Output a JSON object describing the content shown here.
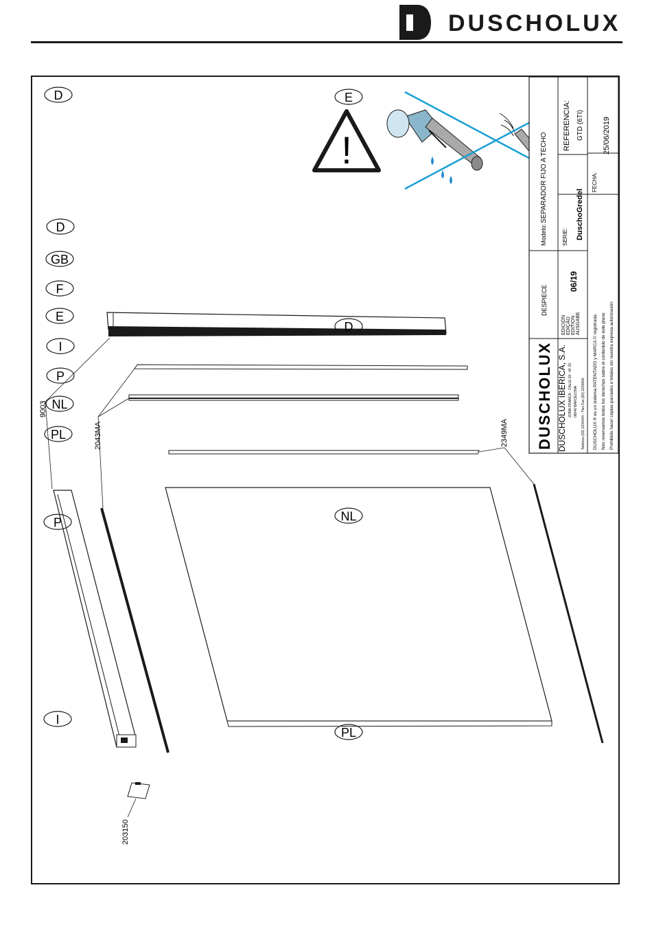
{
  "brand": {
    "name": "DUSCHOLUX",
    "logo_letter": "D"
  },
  "language_codes": {
    "top": "D",
    "list": [
      "D",
      "GB",
      "F",
      "E",
      "I",
      "P",
      "NL",
      "PL"
    ],
    "bottom": "I"
  },
  "warning": {
    "icon": "warning-triangle-icon",
    "code": "E",
    "mark": "!"
  },
  "parts": {
    "profile_top": "9003",
    "gasket": "2043MA",
    "seal": "2349MA",
    "cap": "203150"
  },
  "title_block": {
    "company": "DUSCHOLUX IBERICA, S.A.",
    "address_1": "ZONA FRANCA - CALLE 60 - Nº 20",
    "address_2": "08040 BARCELONA",
    "phone": "Telefono (93) 2234444 - Tlex Fax (93) 2234650",
    "despiece": "DESPIECE",
    "edition_labels": [
      "EDICIÓN",
      "EDIÇÃO",
      "EDITION",
      "AUSGABE"
    ],
    "edition": "06/19",
    "modelo_label": "Modelo:",
    "modelo": "SEPARADOR FIJO A TECHO",
    "serie_label": "SERIE:",
    "serie": "DuschoGredel",
    "referencia_label": "REFERENCIA:",
    "referencia": "GTD (6TI)",
    "fecha_label": "FECHA:",
    "fecha": "25/06/2019",
    "notice_1": "DUSCHOLUX ® es un sistema PATENTADO y MARCA © registrada.",
    "notice_2": "Nos reservamos todos los derechos sobre el contenido de este plano",
    "notice_3": "Prohibido hacer copias parciales o totales sin nuestra expresa autorización"
  },
  "colors": {
    "ink": "#1a1a1a",
    "accent": "#1a9fd4",
    "water": "#2a8fd0"
  }
}
